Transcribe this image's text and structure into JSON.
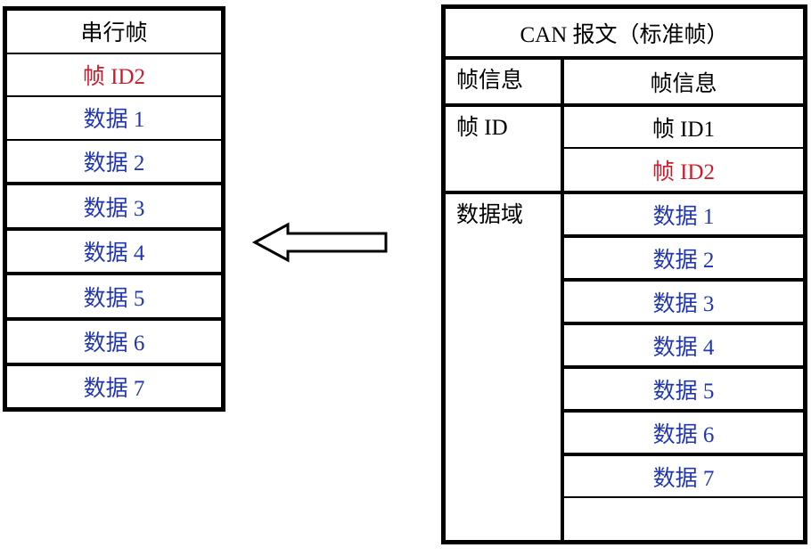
{
  "colors": {
    "border_black": "#000000",
    "text_black": "#000000",
    "highlight_red": "#d01a2a",
    "data_blue": "#2136b4",
    "background": "#ffffff"
  },
  "left_table": {
    "title": "串行帧",
    "rows": [
      {
        "label": "帧 ID2",
        "color": "#d01a2a"
      },
      {
        "label": "数据 1",
        "color": "#2136b4"
      },
      {
        "label": "数据 2",
        "color": "#2136b4"
      },
      {
        "label": "数据 3",
        "color": "#2136b4"
      },
      {
        "label": "数据 4",
        "color": "#2136b4"
      },
      {
        "label": "数据 5",
        "color": "#2136b4"
      },
      {
        "label": "数据 6",
        "color": "#2136b4"
      },
      {
        "label": "数据 7",
        "color": "#2136b4"
      }
    ]
  },
  "arrow": {
    "direction": "left",
    "fill": "#ffffff",
    "outline": "#000000"
  },
  "right_table": {
    "title": "CAN 报文（标准帧）",
    "row_headers": [
      {
        "label": "帧信息",
        "color": "#000000"
      },
      {
        "label": "帧 ID",
        "color": "#000000"
      },
      {
        "label": "数据域",
        "color": "#000000"
      }
    ],
    "cells": [
      {
        "label": "帧信息",
        "color": "#000000"
      },
      {
        "label": "帧 ID1",
        "color": "#000000"
      },
      {
        "label": "帧 ID2",
        "color": "#d01a2a"
      },
      {
        "label": "数据 1",
        "color": "#2136b4"
      },
      {
        "label": "数据 2",
        "color": "#2136b4"
      },
      {
        "label": "数据 3",
        "color": "#2136b4"
      },
      {
        "label": "数据 4",
        "color": "#2136b4"
      },
      {
        "label": "数据 5",
        "color": "#2136b4"
      },
      {
        "label": "数据 6",
        "color": "#2136b4"
      },
      {
        "label": "数据 7",
        "color": "#2136b4"
      },
      {
        "label": "",
        "color": "#000000"
      }
    ]
  }
}
